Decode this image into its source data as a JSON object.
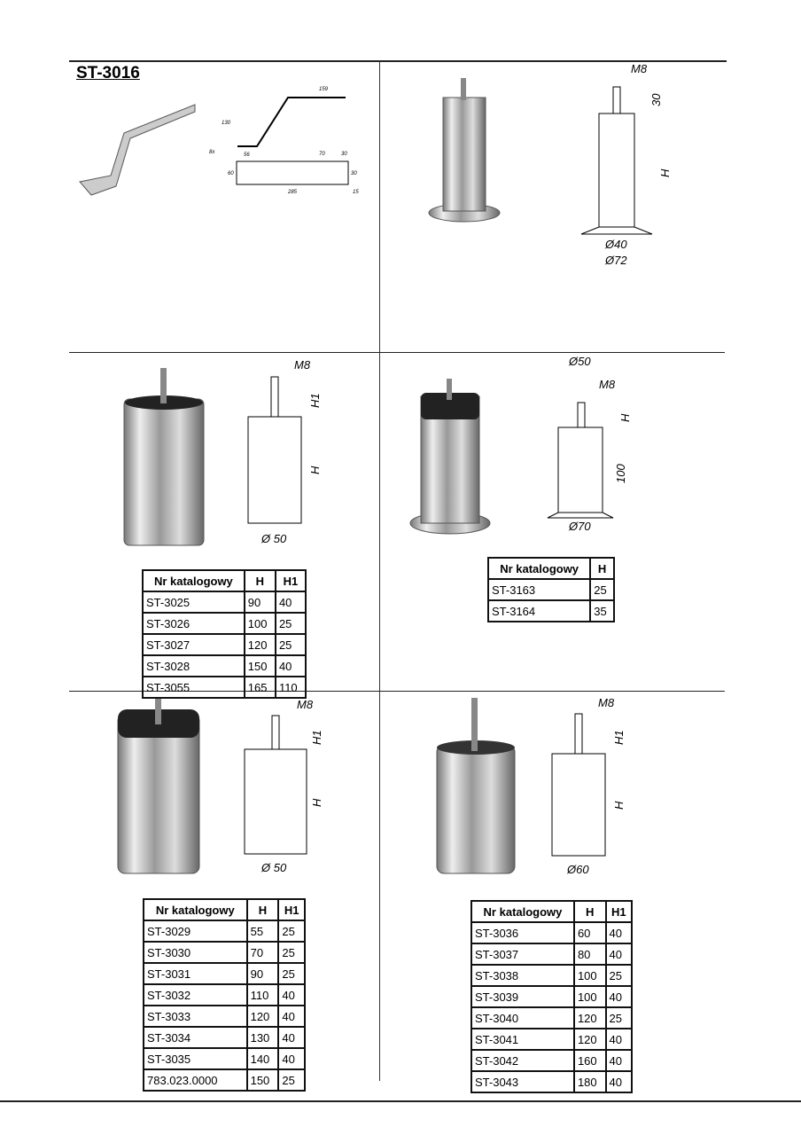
{
  "title": "ST-3016",
  "bracket_dims": [
    "159",
    "130",
    "8x",
    "56",
    "70",
    "30",
    "60",
    "30",
    "285",
    "15"
  ],
  "leg1_dims": {
    "m": "M8",
    "h1": "30",
    "h": "H",
    "d1": "Ø40",
    "d2": "Ø72"
  },
  "leg2_dims": {
    "m": "M8",
    "h1": "H1",
    "h": "H",
    "d": "Ø 50"
  },
  "leg3_dims": {
    "top": "Ø50",
    "m": "M8",
    "h1": "H",
    "h": "100",
    "d": "Ø70"
  },
  "leg4_dims": {
    "m": "M8",
    "h1": "H1",
    "h": "H",
    "d": "Ø 50"
  },
  "leg5_dims": {
    "m": "M8",
    "h1": "H1",
    "h": "H",
    "d": "Ø60"
  },
  "tables": [
    {
      "headers": [
        "Nr katalogowy",
        "H",
        "H1"
      ],
      "rows": [
        [
          "ST-3025",
          "90",
          "40"
        ],
        [
          "ST-3026",
          "100",
          "25"
        ],
        [
          "ST-3027",
          "120",
          "25"
        ],
        [
          "ST-3028",
          "150",
          "40"
        ],
        [
          "ST-3055",
          "165",
          "110"
        ]
      ]
    },
    {
      "headers": [
        "Nr katalogowy",
        "H"
      ],
      "rows": [
        [
          "ST-3163",
          "25"
        ],
        [
          "ST-3164",
          "35"
        ]
      ]
    },
    {
      "headers": [
        "Nr katalogowy",
        "H",
        "H1"
      ],
      "rows": [
        [
          "ST-3029",
          "55",
          "25"
        ],
        [
          "ST-3030",
          "70",
          "25"
        ],
        [
          "ST-3031",
          "90",
          "25"
        ],
        [
          "ST-3032",
          "110",
          "40"
        ],
        [
          "ST-3033",
          "120",
          "40"
        ],
        [
          "ST-3034",
          "130",
          "40"
        ],
        [
          "ST-3035",
          "140",
          "40"
        ],
        [
          "783.023.0000",
          "150",
          "25"
        ]
      ]
    },
    {
      "headers": [
        "Nr katalogowy",
        "H",
        "H1"
      ],
      "rows": [
        [
          "ST-3036",
          "60",
          "40"
        ],
        [
          "ST-3037",
          "80",
          "40"
        ],
        [
          "ST-3038",
          "100",
          "25"
        ],
        [
          "ST-3039",
          "100",
          "40"
        ],
        [
          "ST-3040",
          "120",
          "25"
        ],
        [
          "ST-3041",
          "120",
          "40"
        ],
        [
          "ST-3042",
          "160",
          "40"
        ],
        [
          "ST-3043",
          "180",
          "40"
        ]
      ]
    }
  ]
}
